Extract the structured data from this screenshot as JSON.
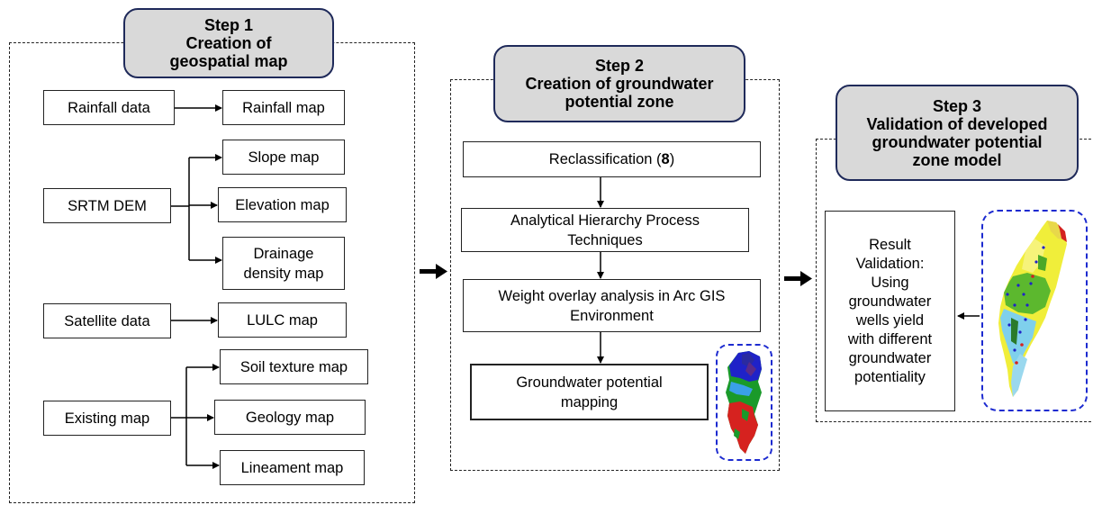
{
  "step1": {
    "title_lines": [
      "Step 1",
      "Creation of",
      "geospatial map"
    ],
    "inputs": {
      "rainfall": "Rainfall data",
      "srtm": "SRTM DEM",
      "satellite": "Satellite data",
      "existing": "Existing map"
    },
    "outputs": {
      "rainfall_map": "Rainfall map",
      "slope_map": "Slope map",
      "elevation_map": "Elevation map",
      "drainage_lines": [
        "Drainage",
        "density map"
      ],
      "lulc_map": "LULC map",
      "soil_map": "Soil texture map",
      "geology_map": "Geology map",
      "lineament_map": "Lineament map"
    }
  },
  "step2": {
    "title_lines": [
      "Step 2",
      "Creation of groundwater",
      "potential zone"
    ],
    "reclass_prefix": "Reclassification (",
    "reclass_number": "8",
    "reclass_suffix": ")",
    "ahp_lines": [
      "Analytical Hierarchy Process",
      "Techniques"
    ],
    "overlay_lines": [
      "Weight overlay analysis in Arc GIS",
      "Environment"
    ],
    "gw_mapping_lines": [
      "Groundwater potential",
      "mapping"
    ]
  },
  "step3": {
    "title_lines": [
      "Step 3",
      "Validation of developed",
      "groundwater potential",
      "zone model"
    ],
    "validation_lines": [
      "Result",
      "Validation:",
      "Using",
      "groundwater",
      "wells yield",
      "with different",
      "groundwater",
      "potentiality"
    ]
  },
  "colors": {
    "step_fill": "#d9d9d9",
    "step_border": "#1f2a5a",
    "map_frame": "#1d2bd0"
  }
}
